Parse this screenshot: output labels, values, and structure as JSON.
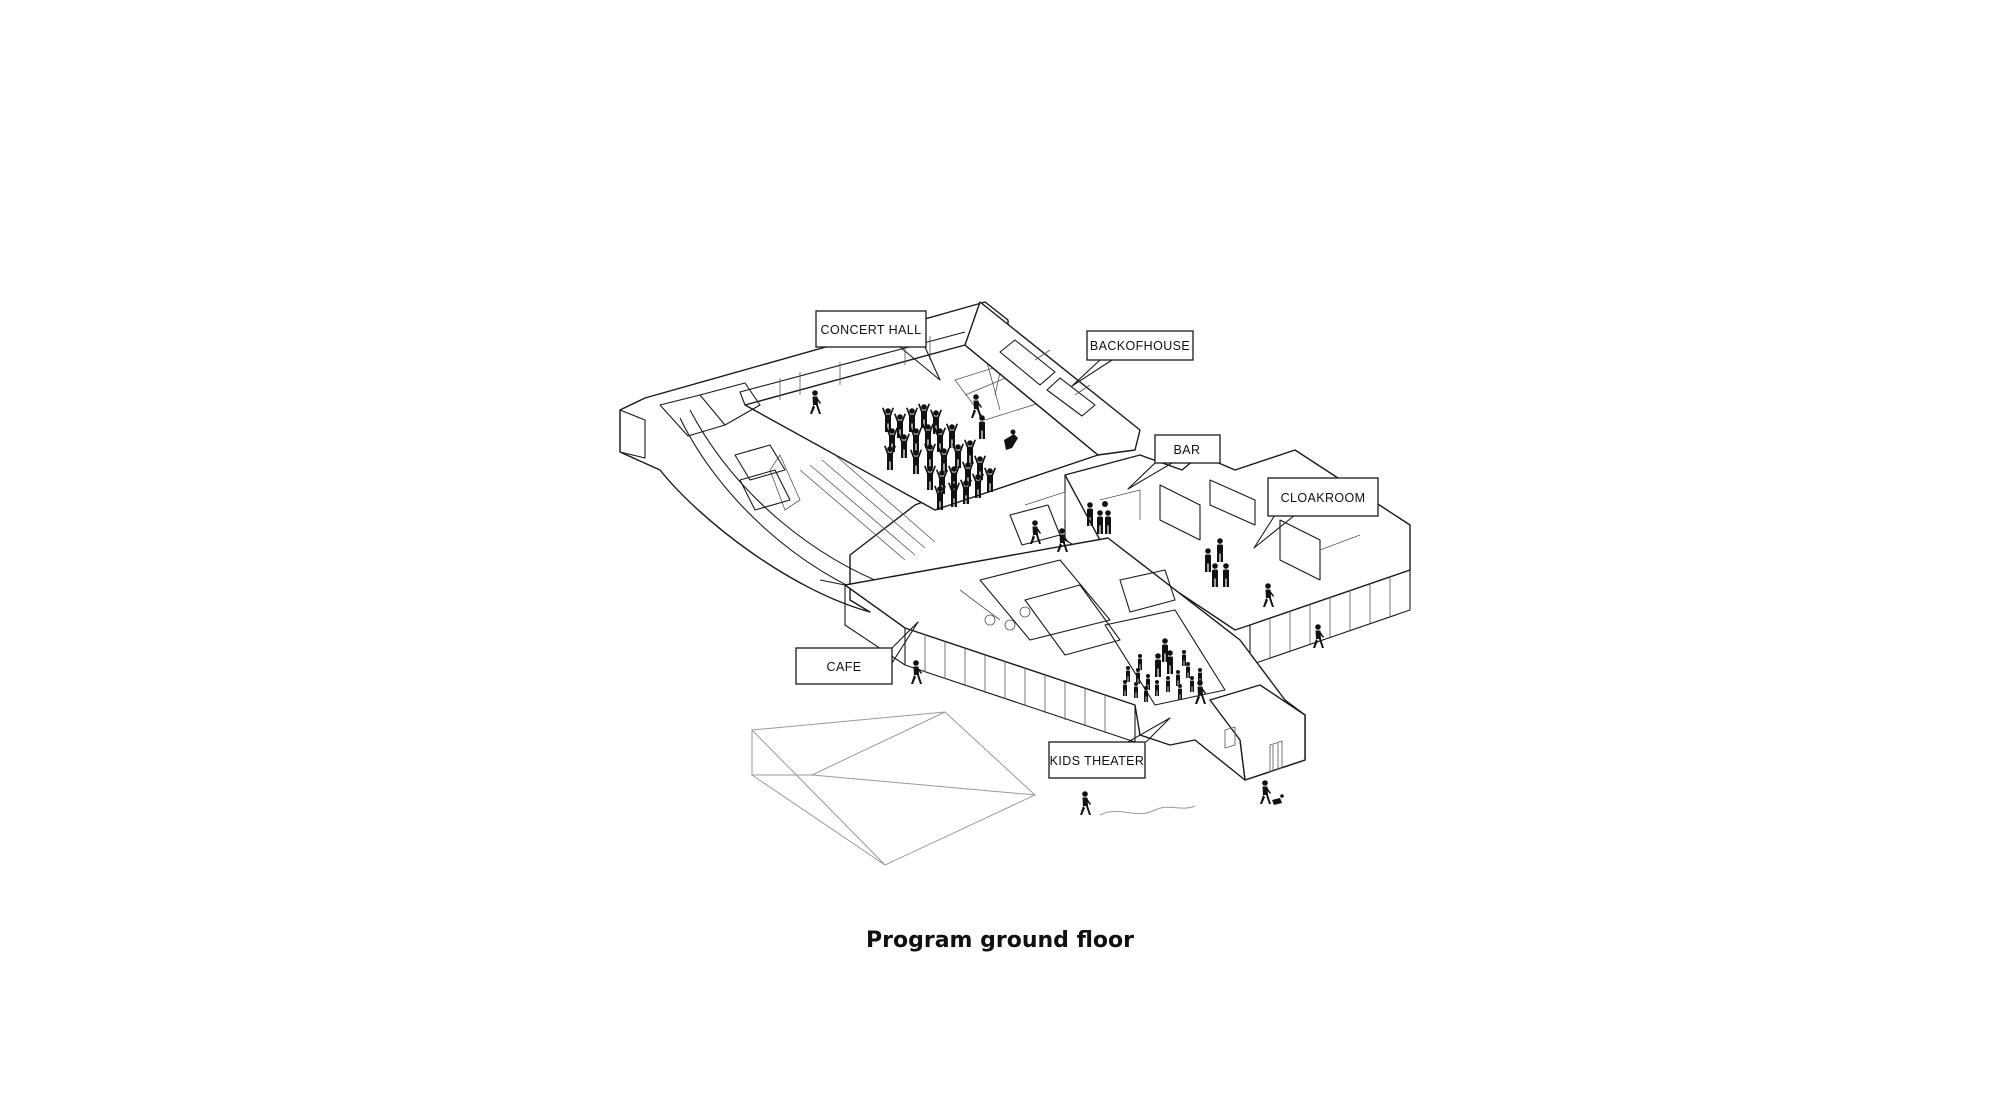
{
  "diagram": {
    "labels": {
      "concert_hall": "CONCERT HALL",
      "backofhouse": "BACKOFHOUSE",
      "bar": "BAR",
      "cloakroom": "CLOAKROOM",
      "cafe": "CAFE",
      "kids_theater": "KIDS THEATER"
    },
    "caption": "Program ground floor"
  },
  "colors": {
    "line": "#1a1a1a",
    "background": "#ffffff",
    "figures": "#111111"
  }
}
